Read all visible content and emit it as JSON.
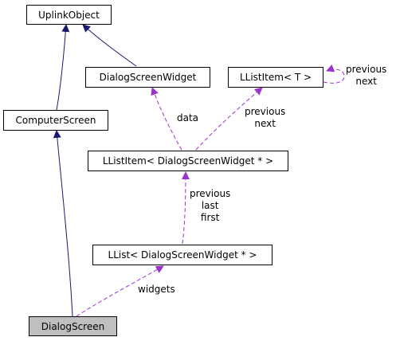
{
  "diagram": {
    "colors": {
      "inheritance": "#191970",
      "usage": "#9a32cd",
      "current_node_fill": "#bfbfbf"
    },
    "nodes": {
      "uplink_object": "UplinkObject",
      "computer_screen": "ComputerScreen",
      "dialog_screen_widget": "DialogScreenWidget",
      "llist_item_t": "LListItem< T >",
      "llist_item_dsw": "LListItem< DialogScreenWidget * >",
      "llist_dsw": "LList< DialogScreenWidget * >",
      "dialog_screen": "DialogScreen"
    },
    "edge_labels": {
      "data": "data",
      "item_t_to_dsw": [
        "previous",
        "next"
      ],
      "self_loop": [
        "previous",
        "next"
      ],
      "item_to_list": [
        "previous",
        "last",
        "first"
      ],
      "widgets": "widgets"
    }
  }
}
